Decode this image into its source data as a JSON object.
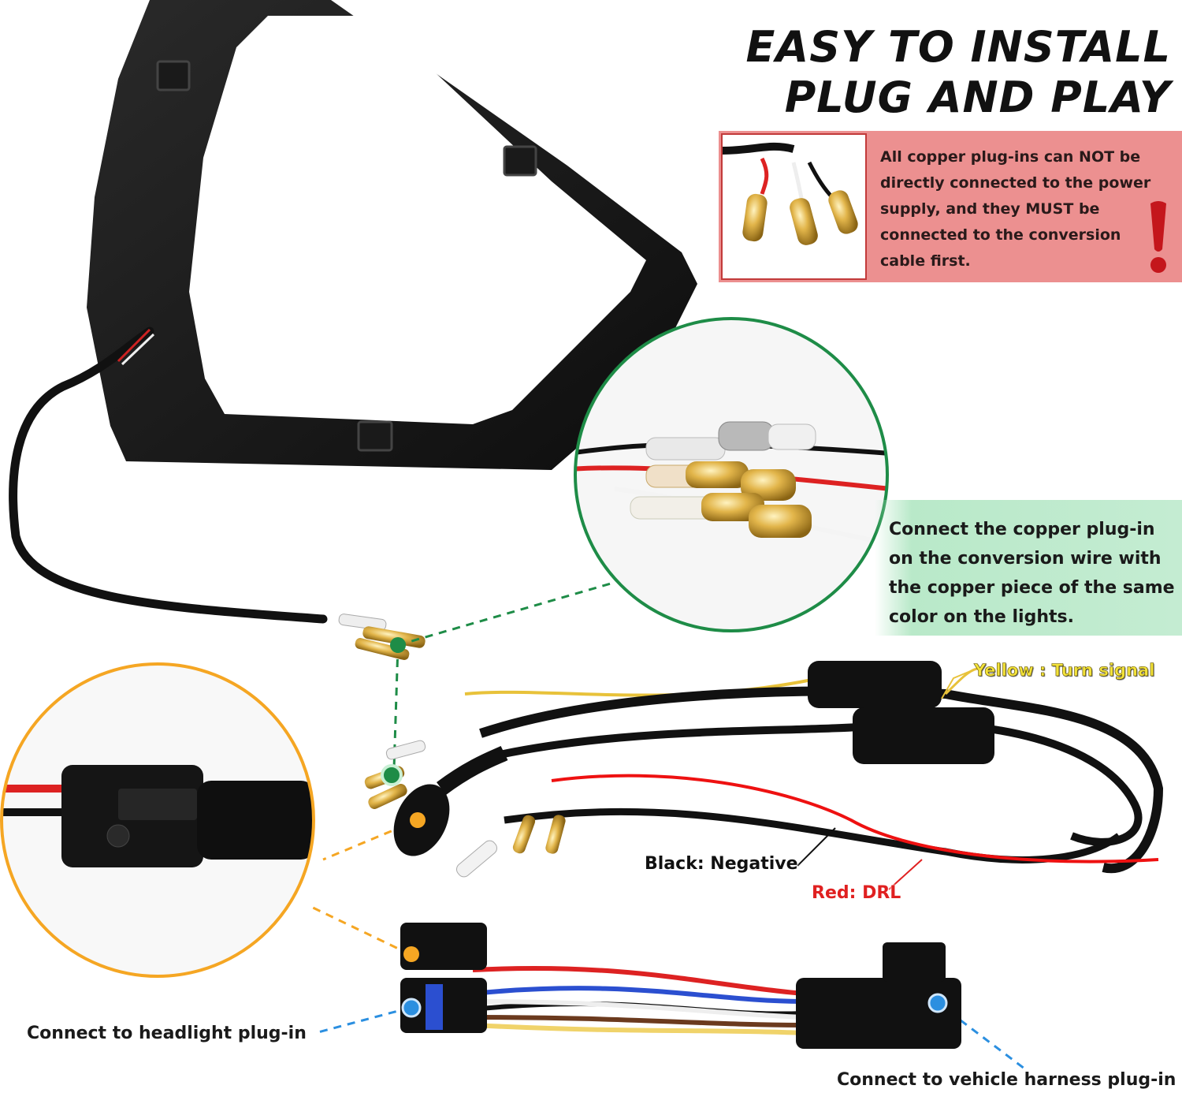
{
  "title": {
    "line1": "EASY TO INSTALL",
    "line2": "PLUG AND PLAY"
  },
  "warning": {
    "lines": [
      "All copper plug-ins can NOT be",
      "directly connected to the power",
      "supply, and they MUST be",
      "connected to the conversion",
      "cable first."
    ],
    "icon": "exclamation-icon"
  },
  "connect_note": {
    "lines": [
      "Connect the copper plug-in",
      "on the conversion wire with",
      "the copper piece of the same",
      "color on the lights."
    ]
  },
  "wire_labels": {
    "yellow": "Yellow : Turn signal",
    "black": "Black: Negative",
    "red": "Red: DRL"
  },
  "callouts": {
    "headlight": "Connect to headlight plug-in",
    "vehicle": "Connect to vehicle harness plug-in"
  },
  "colors": {
    "warning_bg": "#ec9090",
    "green_accent": "#1e8c47",
    "orange_accent": "#f5a623",
    "blue_accent": "#2b8fe0",
    "red_label": "#e02020",
    "yellow_label": "#f3e33a"
  }
}
